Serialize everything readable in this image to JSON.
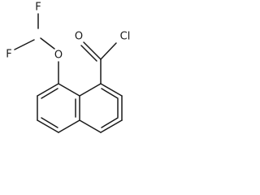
{
  "structure": {
    "atoms": {
      "fluorine_top": "F",
      "fluorine_left": "F",
      "ether_oxygen": "O",
      "carbonyl_oxygen": "O",
      "chlorine": "Cl"
    }
  }
}
